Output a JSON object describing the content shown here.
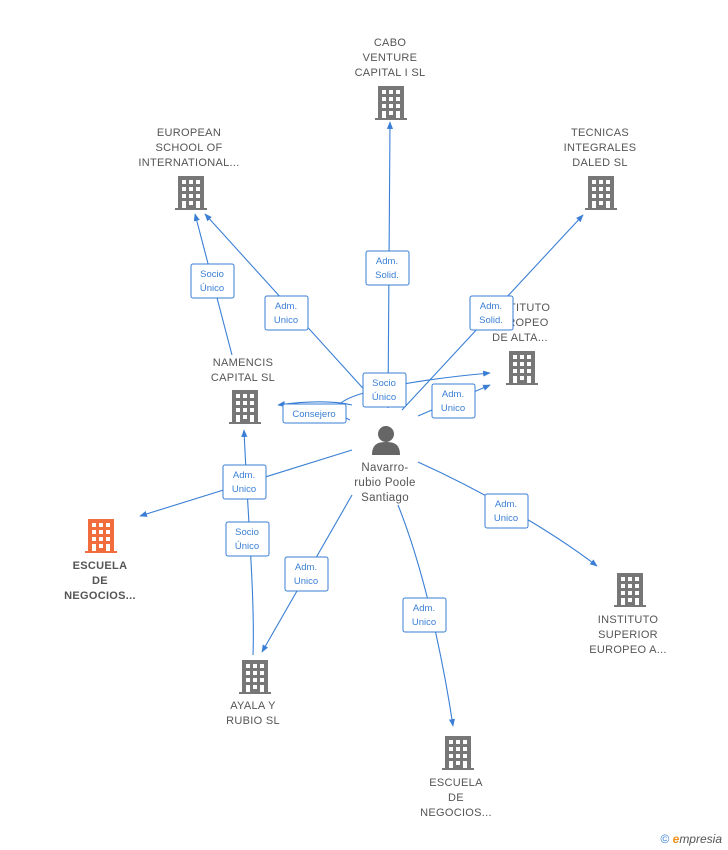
{
  "colors": {
    "edge": "#3a7fd5",
    "building": "#777777",
    "focus": "#f26d3d",
    "person": "#666666"
  },
  "center": {
    "id": "person",
    "label": [
      "Navarro-",
      "rubio Poole",
      "Santiago"
    ],
    "icon": "person-icon"
  },
  "companies": [
    {
      "id": "cabo",
      "label": [
        "CABO",
        "VENTURE",
        "CAPITAL I  SL"
      ],
      "icon": "building-icon"
    },
    {
      "id": "european",
      "label": [
        "EUROPEAN",
        "SCHOOL OF",
        "INTERNATIONAL..."
      ],
      "icon": "building-icon"
    },
    {
      "id": "tecnicas",
      "label": [
        "TECNICAS",
        "INTEGRALES",
        "DALED  SL"
      ],
      "icon": "building-icon"
    },
    {
      "id": "instituto_alta",
      "label": [
        "INSTITUTO",
        "EUROPEO",
        "DE ALTA..."
      ],
      "icon": "building-icon"
    },
    {
      "id": "namencis",
      "label": [
        "NAMENCIS",
        "CAPITAL  SL"
      ],
      "icon": "building-icon"
    },
    {
      "id": "escuela_focus",
      "label": [
        "ESCUELA",
        "DE",
        "NEGOCIOS..."
      ],
      "icon": "building-icon",
      "focus": true
    },
    {
      "id": "instituto_superior",
      "label": [
        "INSTITUTO",
        "SUPERIOR",
        "EUROPEO A..."
      ],
      "icon": "building-icon"
    },
    {
      "id": "ayala",
      "label": [
        "AYALA Y",
        "RUBIO  SL"
      ],
      "icon": "building-icon"
    },
    {
      "id": "escuela_bottom",
      "label": [
        "ESCUELA",
        "DE",
        "NEGOCIOS..."
      ],
      "icon": "building-icon"
    }
  ],
  "edges": [
    {
      "id": "e-cabo",
      "label": [
        "Adm.",
        "Solid."
      ]
    },
    {
      "id": "e-european",
      "label": [
        "Adm.",
        "Unico"
      ]
    },
    {
      "id": "e-namencis-european",
      "label": [
        "Socio",
        "Único"
      ]
    },
    {
      "id": "e-tecnicas",
      "label": [
        "Adm.",
        "Solid."
      ]
    },
    {
      "id": "e-socio-alta",
      "label": [
        "Socio",
        "Único"
      ]
    },
    {
      "id": "e-adm-alta",
      "label": [
        "Adm.",
        "Unico"
      ]
    },
    {
      "id": "e-namencis",
      "label": [
        "Consejero"
      ]
    },
    {
      "id": "e-escuela-focus",
      "label": [
        "Adm.",
        "Unico"
      ]
    },
    {
      "id": "e-namencis-ayala",
      "label": [
        "Socio",
        "Único"
      ]
    },
    {
      "id": "e-ayala",
      "label": [
        "Adm.",
        "Unico"
      ]
    },
    {
      "id": "e-escuela-bottom",
      "label": [
        "Adm.",
        "Unico"
      ]
    },
    {
      "id": "e-instituto-superior",
      "label": [
        "Adm.",
        "Unico"
      ]
    }
  ],
  "footer": {
    "copyright_symbol": "©",
    "brand_first": "e",
    "brand_rest": "mpresia"
  }
}
